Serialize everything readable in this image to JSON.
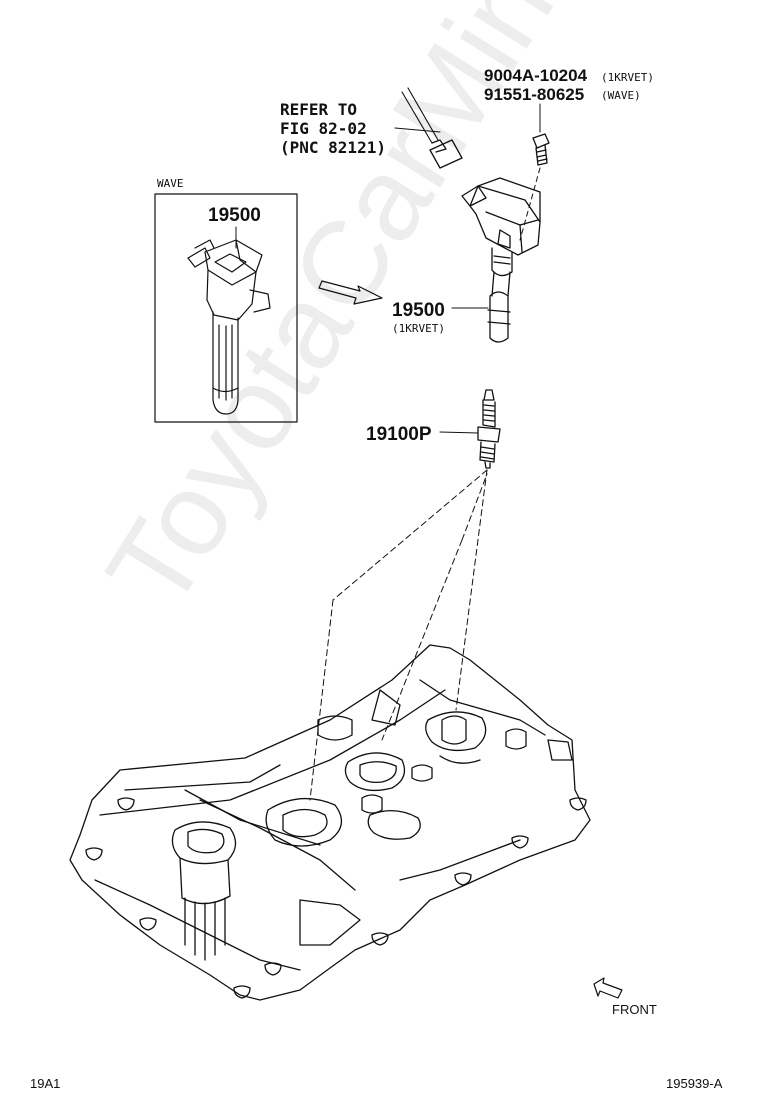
{
  "watermark": "ToyotaCarMine.ru",
  "inset": {
    "title": "WAVE",
    "part_number": "19500"
  },
  "refer": {
    "text": "REFER TO\nFIG 82-02\n(PNC 82121)"
  },
  "bolt": {
    "part_1kr": "9004A-10204",
    "note_1kr": "(1KRVET)",
    "part_wave": "91551-80625",
    "note_wave": "(WAVE)"
  },
  "coil": {
    "part_number": "19500",
    "note": "(1KRVET)"
  },
  "plug": {
    "part_number": "19100P"
  },
  "front": {
    "label": "FRONT"
  },
  "footer": {
    "page_code": "19A1",
    "figure_id": "195939-A"
  }
}
